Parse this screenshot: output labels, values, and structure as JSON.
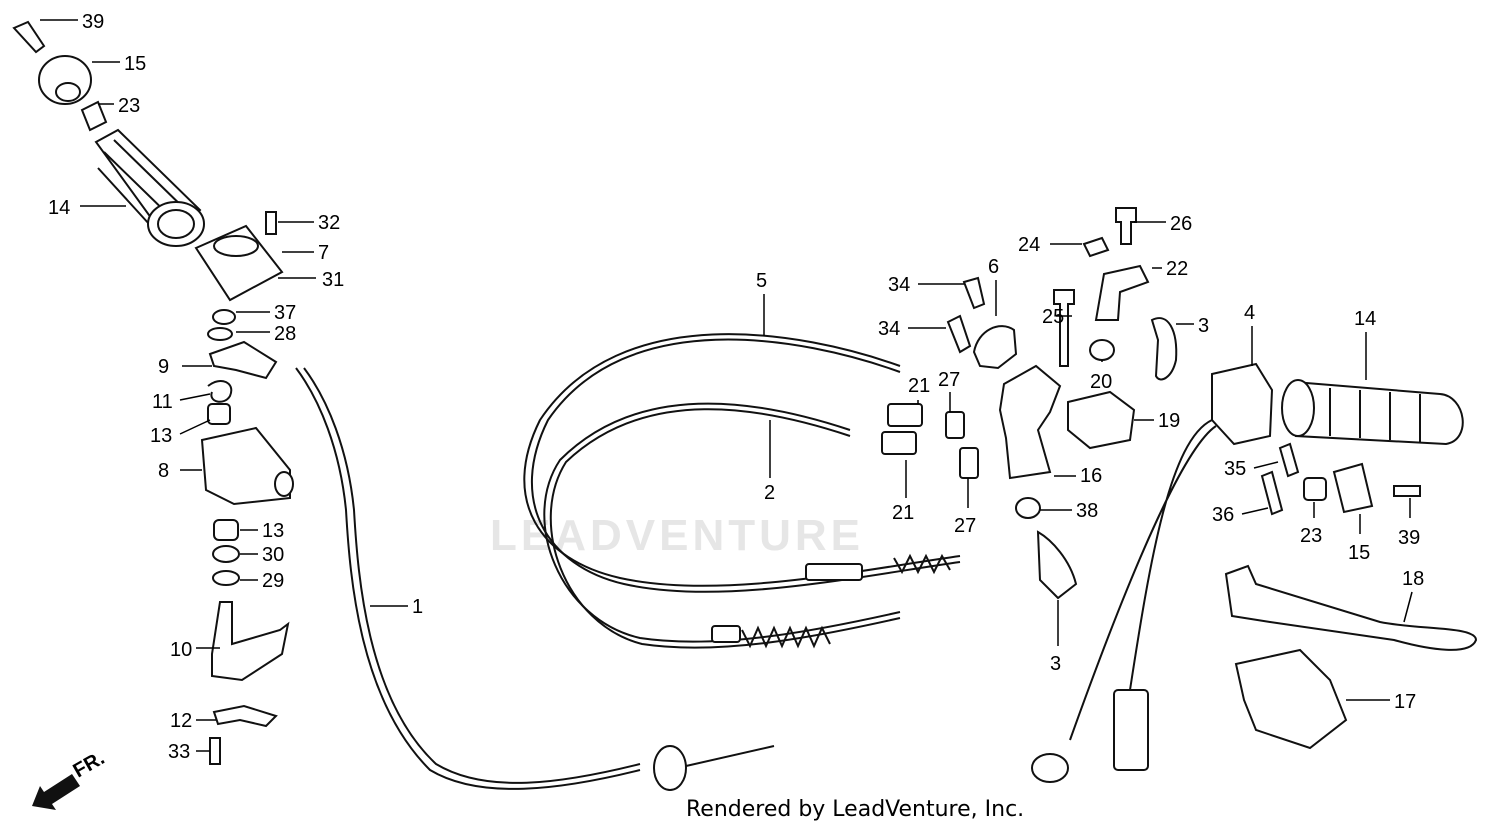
{
  "diagram": {
    "watermark": "LEADVENTURE",
    "credit": "Rendered by LeadVenture, Inc.",
    "direction_label": "FR.",
    "callouts": [
      "39",
      "15",
      "23",
      "14",
      "32",
      "7",
      "31",
      "37",
      "28",
      "9",
      "11",
      "13",
      "8",
      "13",
      "30",
      "29",
      "10",
      "12",
      "33",
      "1",
      "5",
      "2",
      "34",
      "34",
      "6",
      "24",
      "26",
      "22",
      "25",
      "3",
      "20",
      "21",
      "27",
      "19",
      "16",
      "21",
      "27",
      "38",
      "3",
      "4",
      "14",
      "35",
      "36",
      "23",
      "15",
      "39",
      "18",
      "17"
    ]
  }
}
